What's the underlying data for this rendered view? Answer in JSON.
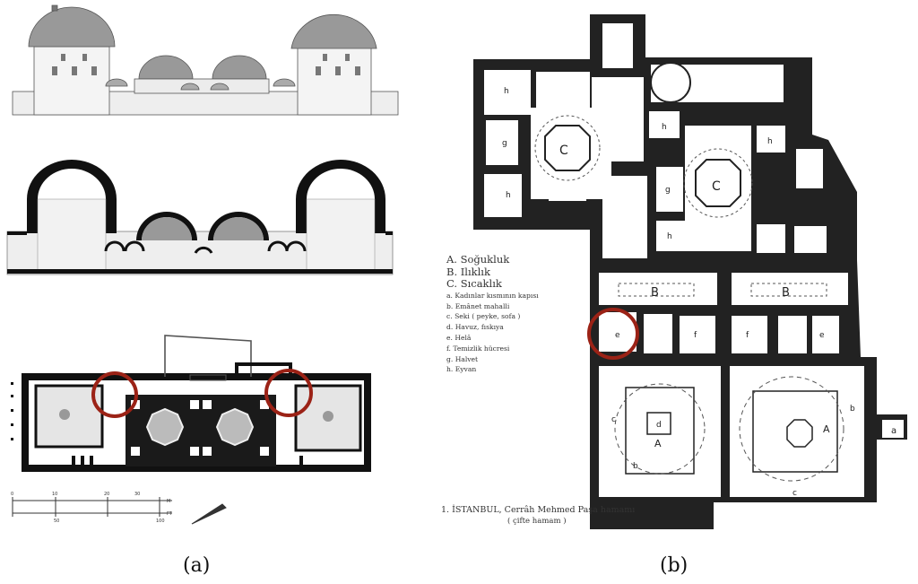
{
  "captions": {
    "left": "(a)",
    "right": "(b)"
  },
  "legend": {
    "major": [
      "A. Soğukluk",
      "B. Ilıklık",
      "C. Sıcaklık"
    ],
    "minor": [
      "a. Kadınlar kısmının kapısı",
      "b. Emânet mahalli",
      "c. Seki ( peyke, sofa )",
      "d. Havuz, fıskıya",
      "e. Helâ",
      "f. Temizlik hücresi",
      "g. Halvet",
      "h. Eyvan"
    ]
  },
  "plan_title": "1. İSTANBUL, Cerrâh Mehmed Paşa hamamı",
  "plan_subtitle": "( çifte hamam )",
  "room_labels": {
    "C": "C",
    "B": "B",
    "A": "A",
    "a": "a",
    "b": "b",
    "c": "c",
    "d": "d",
    "e": "e",
    "f": "f",
    "g": "g",
    "h": "h"
  },
  "scale_labels": [
    "0",
    "10",
    "20",
    "30",
    "M",
    "50",
    "100",
    "FT"
  ],
  "highlight_color": "#9b2216"
}
